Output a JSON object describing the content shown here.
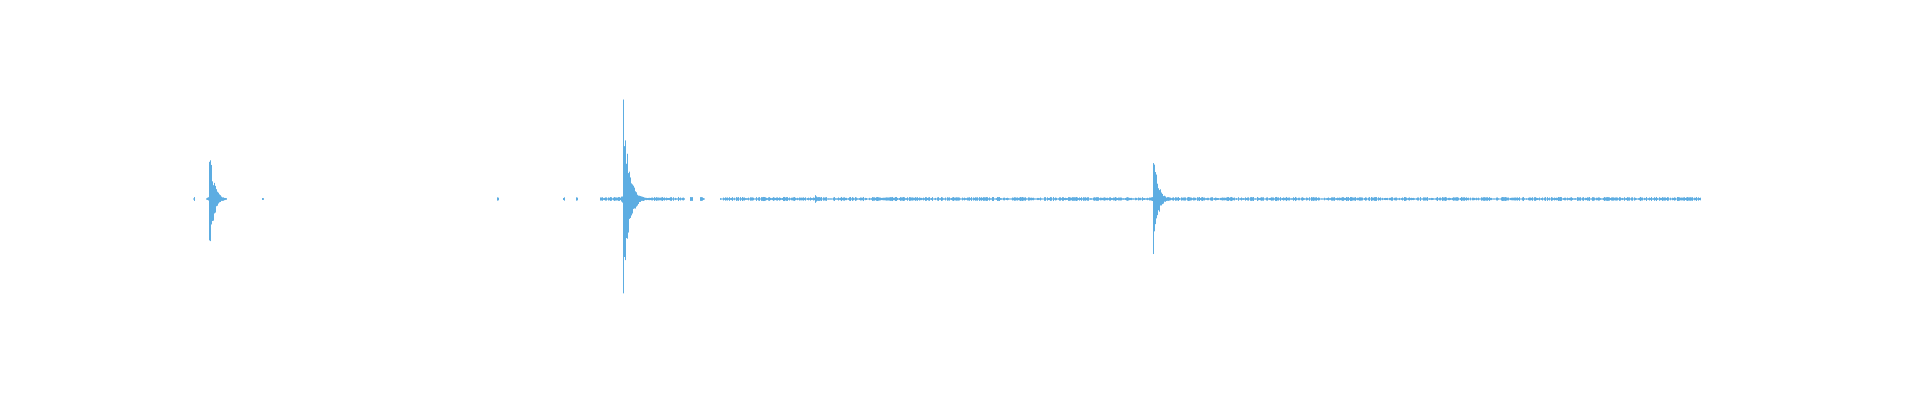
{
  "chart_data": {
    "type": "waveform",
    "color": "#5dade2",
    "background": "#ffffff",
    "axes": "none",
    "grid": false,
    "legend": "none",
    "amplitude_range": [
      -1,
      1
    ],
    "events": [
      {
        "peak_positive": 0.47,
        "peak_negative": -0.48,
        "decay": "fast"
      },
      {
        "peak_positive": 0.83,
        "peak_negative": -0.85,
        "decay": "fast"
      },
      {
        "peak_positive": 0.44,
        "peak_negative": -0.45,
        "decay": "fast"
      }
    ]
  }
}
